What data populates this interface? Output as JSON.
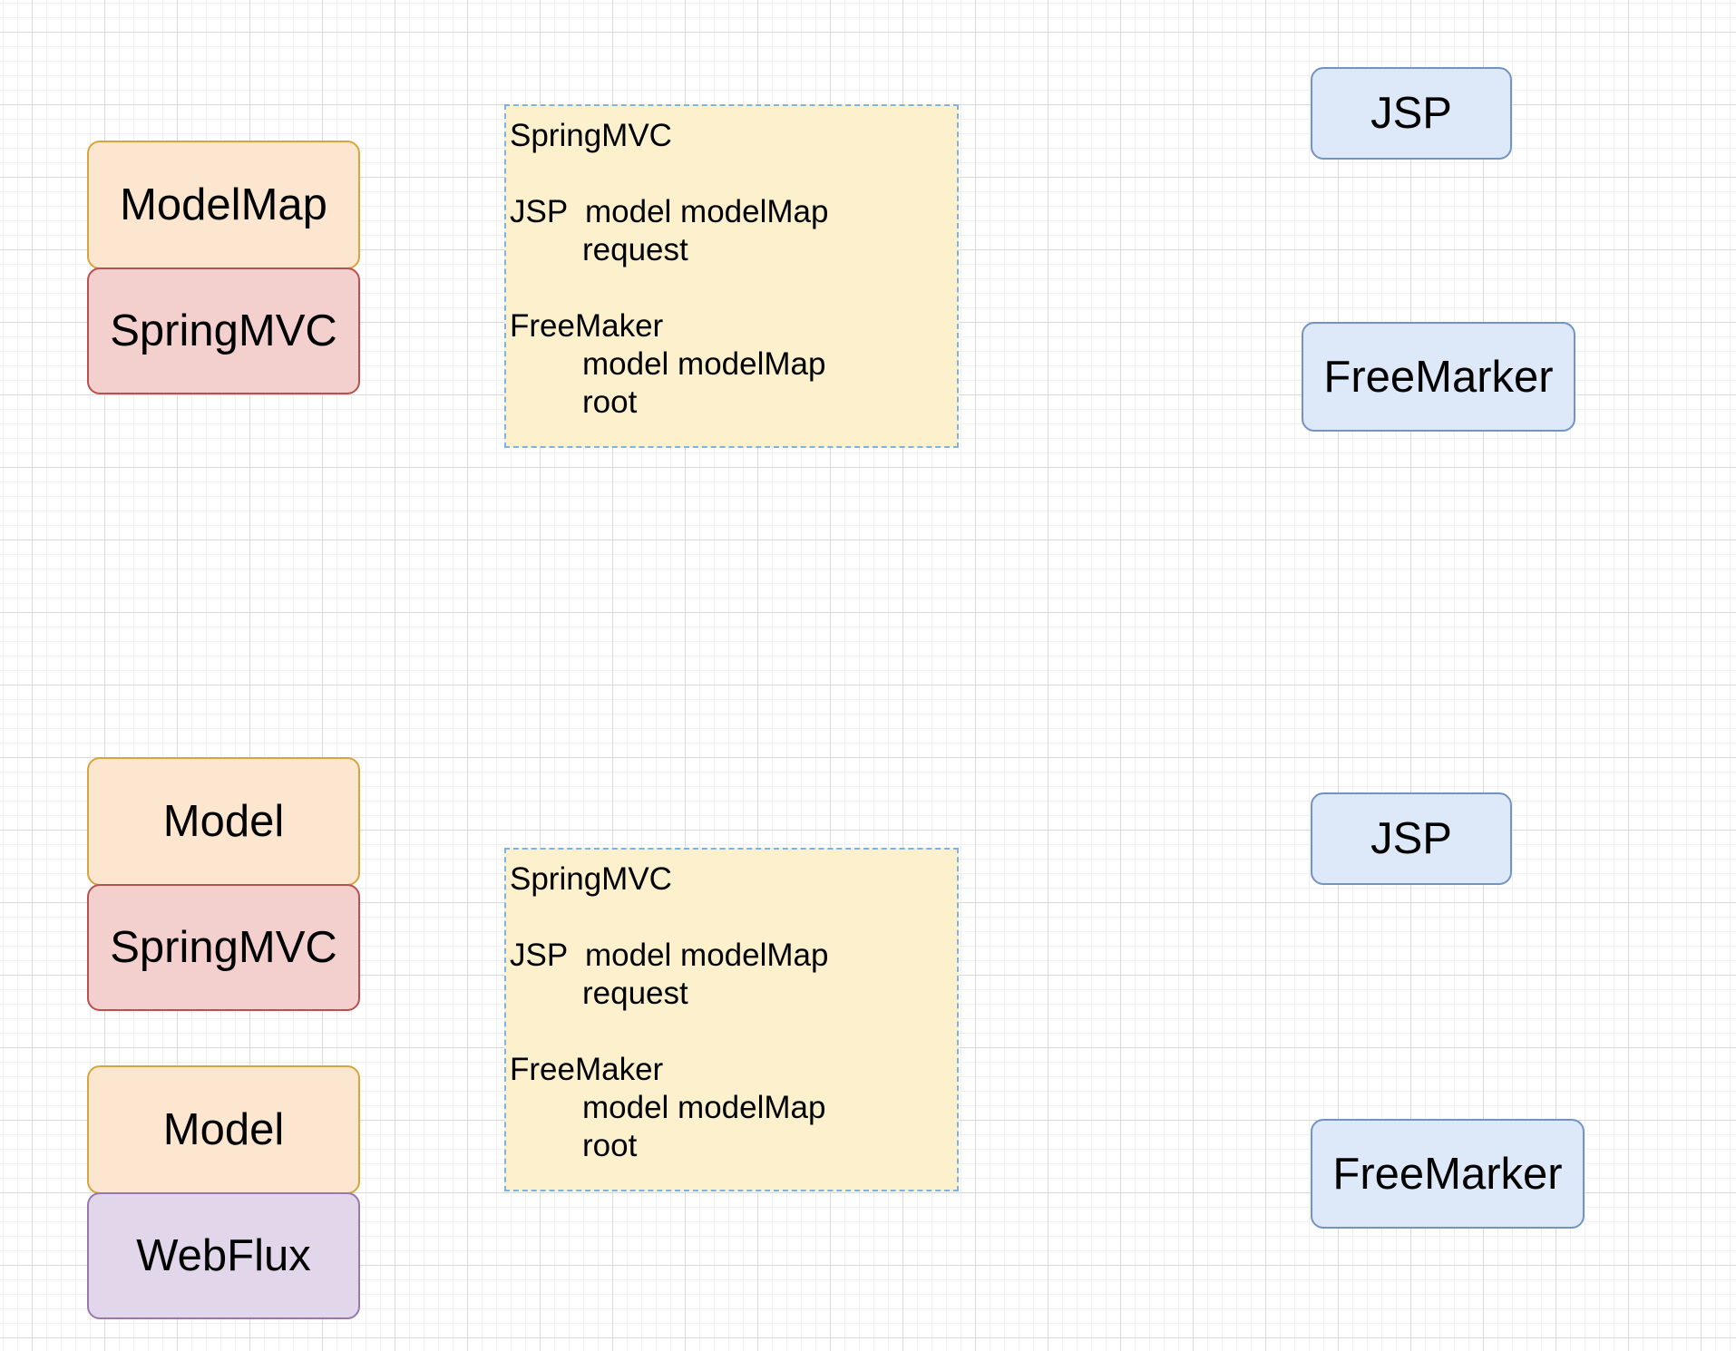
{
  "diagram": {
    "top_group": {
      "left_stack": [
        "ModelMap",
        "SpringMVC"
      ],
      "note": {
        "title": "SpringMVC",
        "jsp_line": "JSP  model modelMap",
        "jsp_sub": "request",
        "freemaker_line": "FreeMaker",
        "freemaker_sub1": "model modelMap",
        "freemaker_sub2": "root"
      },
      "right_nodes": [
        "JSP",
        "FreeMarker"
      ]
    },
    "bottom_group": {
      "left_stack_1": [
        "Model",
        "SpringMVC"
      ],
      "left_stack_2": [
        "Model",
        "WebFlux"
      ],
      "note": {
        "title": "SpringMVC",
        "jsp_line": "JSP  model modelMap",
        "jsp_sub": "request",
        "freemaker_line": "FreeMaker",
        "freemaker_sub1": "model modelMap",
        "freemaker_sub2": "root"
      },
      "right_nodes": [
        "JSP",
        "FreeMarker"
      ]
    }
  },
  "colors": {
    "model_fill": "#fde6cf",
    "springmvc_fill": "#f3cfcd",
    "webflux_fill": "#e1d6ea",
    "template_engine_fill": "#dde8f8",
    "note_fill": "#fcf0cd"
  }
}
